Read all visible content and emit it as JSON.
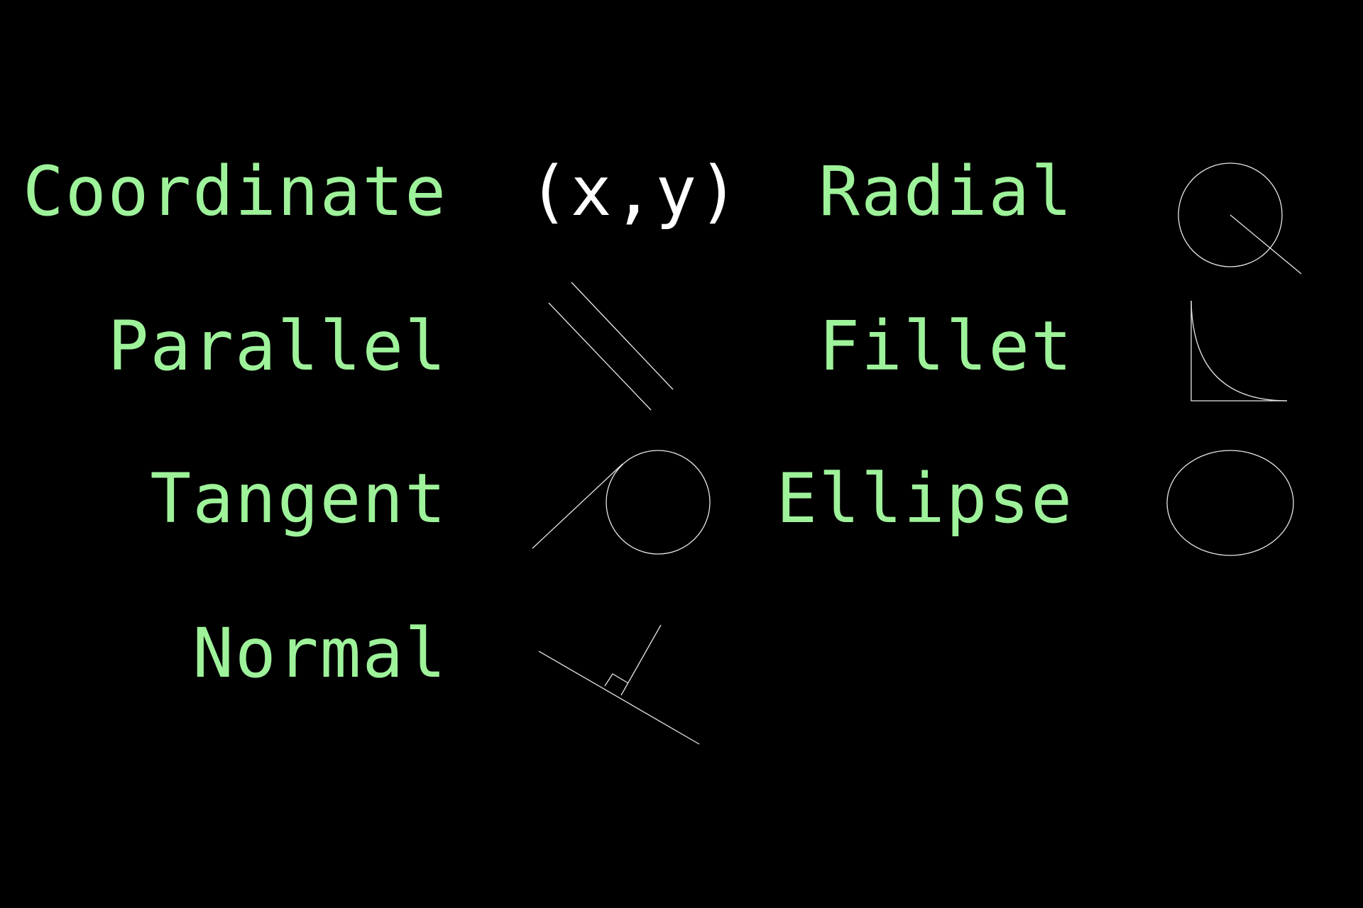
{
  "labels": {
    "coordinate": "Coordinate",
    "parallel": "Parallel",
    "tangent": "Tangent",
    "normal": "Normal",
    "radial": "Radial",
    "fillet": "Fillet",
    "ellipse": "Ellipse"
  },
  "coordinate_symbol": "(x,y)",
  "icons": {
    "parallel": "parallel-lines-icon",
    "tangent": "tangent-circle-icon",
    "normal": "normal-perpendicular-icon",
    "radial": "radial-circle-icon",
    "fillet": "fillet-corner-icon",
    "ellipse": "ellipse-icon"
  },
  "colors": {
    "background": "#000000",
    "label": "#9ef29a",
    "symbol": "#ffffff",
    "stroke": "#e6e6e6"
  }
}
